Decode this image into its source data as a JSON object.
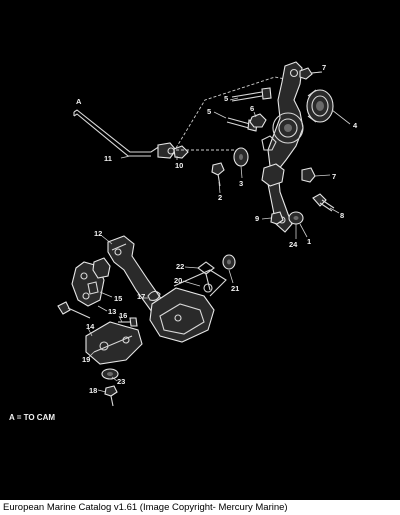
{
  "diagram": {
    "callouts": {
      "c1": "1",
      "c2": "2",
      "c3": "3",
      "c4": "4",
      "c5a": "5",
      "c5b": "5",
      "c6": "6",
      "c7a": "7",
      "c7b": "7",
      "c8": "8",
      "c9": "9",
      "c10": "10",
      "c11": "11",
      "c12": "12",
      "c13": "13",
      "c14": "14",
      "c15": "15",
      "c16": "16",
      "c17": "17",
      "c18": "18",
      "c19": "19",
      "c20": "20",
      "c21": "21",
      "c22": "22",
      "c23": "23",
      "c24": "24",
      "cA": "A"
    },
    "legend": "A = TO CAM"
  },
  "caption": "European Marine Catalog v1.61 (Image Copyright- Mercury Marine)"
}
